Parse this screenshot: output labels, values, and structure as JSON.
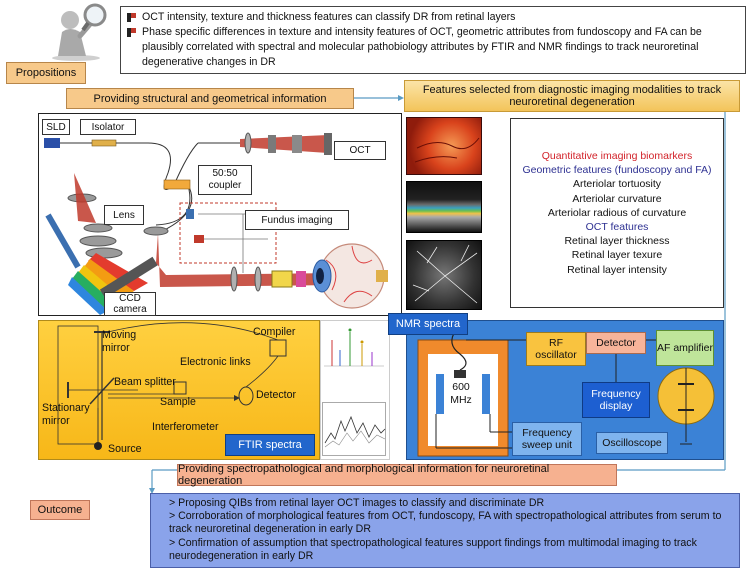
{
  "propositions": {
    "label": "Propositions",
    "items": [
      "OCT intensity, texture and thickness features can classify DR from retinal layers",
      "Phase specific differences in texture and intensity features of OCT, geometric attributes from fundoscopy and FA can be plausibly correlated with spectral and molecular pathobiology attributes by FTIR and NMR findings to track neuroretinal degenerative changes in DR"
    ]
  },
  "structural_label": "Providing structural and geometrical information",
  "features_label": "Features selected from diagnostic imaging modalities to track neuroretinal degeneration",
  "oct_setup": {
    "sld": "SLD",
    "isolator": "Isolator",
    "oct": "OCT",
    "coupler": "50:50 coupler",
    "lens": "Lens",
    "fundus": "Fundus imaging",
    "ccd": "CCD camera"
  },
  "imaging_features": {
    "heading": "Quantitative imaging biomarkers",
    "geometric_heading": "Geometric features (fundoscopy and FA)",
    "geometric_items": [
      "Arteriolar tortuosity",
      "Arteriolar curvature",
      "Arteriolar radious of curvature"
    ],
    "oct_heading": "OCT features",
    "oct_items": [
      "Retinal layer thickness",
      "Retinal layer texure",
      "Retinal layer intensity"
    ]
  },
  "ftir": {
    "tag": "FTIR spectra",
    "moving_mirror": "Moving mirror",
    "stationary_mirror": "Stationary mirror",
    "beam_splitter": "Beam splitter",
    "sample": "Sample",
    "electronic_links": "Electronic links",
    "compiler": "Compiler",
    "detector": "Detector",
    "interferometer": "Interferometer",
    "source": "Source"
  },
  "nmr": {
    "tag": "NMR spectra",
    "magnet": "600 MHz",
    "rf_oscillator": "RF oscillator",
    "detector": "Detector",
    "af_amplifier": "AF amplifier",
    "frequency_display": "Frequency display",
    "frequency_sweep": "Frequency sweep unit",
    "oscilloscope": "Oscilloscope"
  },
  "spectro_label": "Providing spectropathological and morphological information for neuroretinal degeneration",
  "outcome": {
    "label": "Outcome",
    "items": [
      "> Proposing QIBs from retinal layer OCT images to classify and discriminate DR",
      "> Corroboration of morphological features from OCT, fundoscopy, FA with spectropathological attributes from serum to track neuroretinal degeneration in early DR",
      "> Confirmation of assumption that spectropathological features support findings from multimodal imaging to track neurodegeneration in early DR"
    ]
  },
  "colors": {
    "proposition_label": "#f7c98a",
    "ftir_panel": "#f7b718",
    "nmr_panel": "#3b82d6",
    "outcome_panel": "#8aa3ea",
    "heading_red": "#d2232a",
    "heading_blue": "#2e3192"
  },
  "icons": [
    "magnifier-person-icon",
    "eye-icon",
    "fundus-image",
    "oct-scan-image",
    "angiography-image",
    "spectrum-thumbnail"
  ]
}
